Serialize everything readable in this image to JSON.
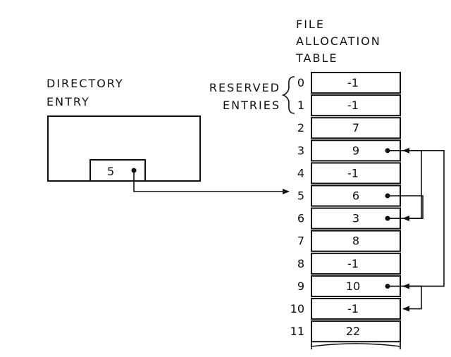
{
  "fat_title": [
    "FILE",
    "ALLOCATION",
    "TABLE"
  ],
  "directory_entry": {
    "label": [
      "DIRECTORY",
      "ENTRY"
    ],
    "start_cluster": "5"
  },
  "reserved_label": [
    "RESERVED",
    "ENTRIES"
  ],
  "fat_rows": [
    {
      "index": "0",
      "value": "-1"
    },
    {
      "index": "1",
      "value": "-1"
    },
    {
      "index": "2",
      "value": "7"
    },
    {
      "index": "3",
      "value": "9"
    },
    {
      "index": "4",
      "value": "-1"
    },
    {
      "index": "5",
      "value": "6"
    },
    {
      "index": "6",
      "value": "3"
    },
    {
      "index": "7",
      "value": "8"
    },
    {
      "index": "8",
      "value": "-1"
    },
    {
      "index": "9",
      "value": "10"
    },
    {
      "index": "10",
      "value": "-1"
    },
    {
      "index": "11",
      "value": "22"
    }
  ],
  "chain": [
    5,
    6,
    3,
    9,
    10
  ]
}
